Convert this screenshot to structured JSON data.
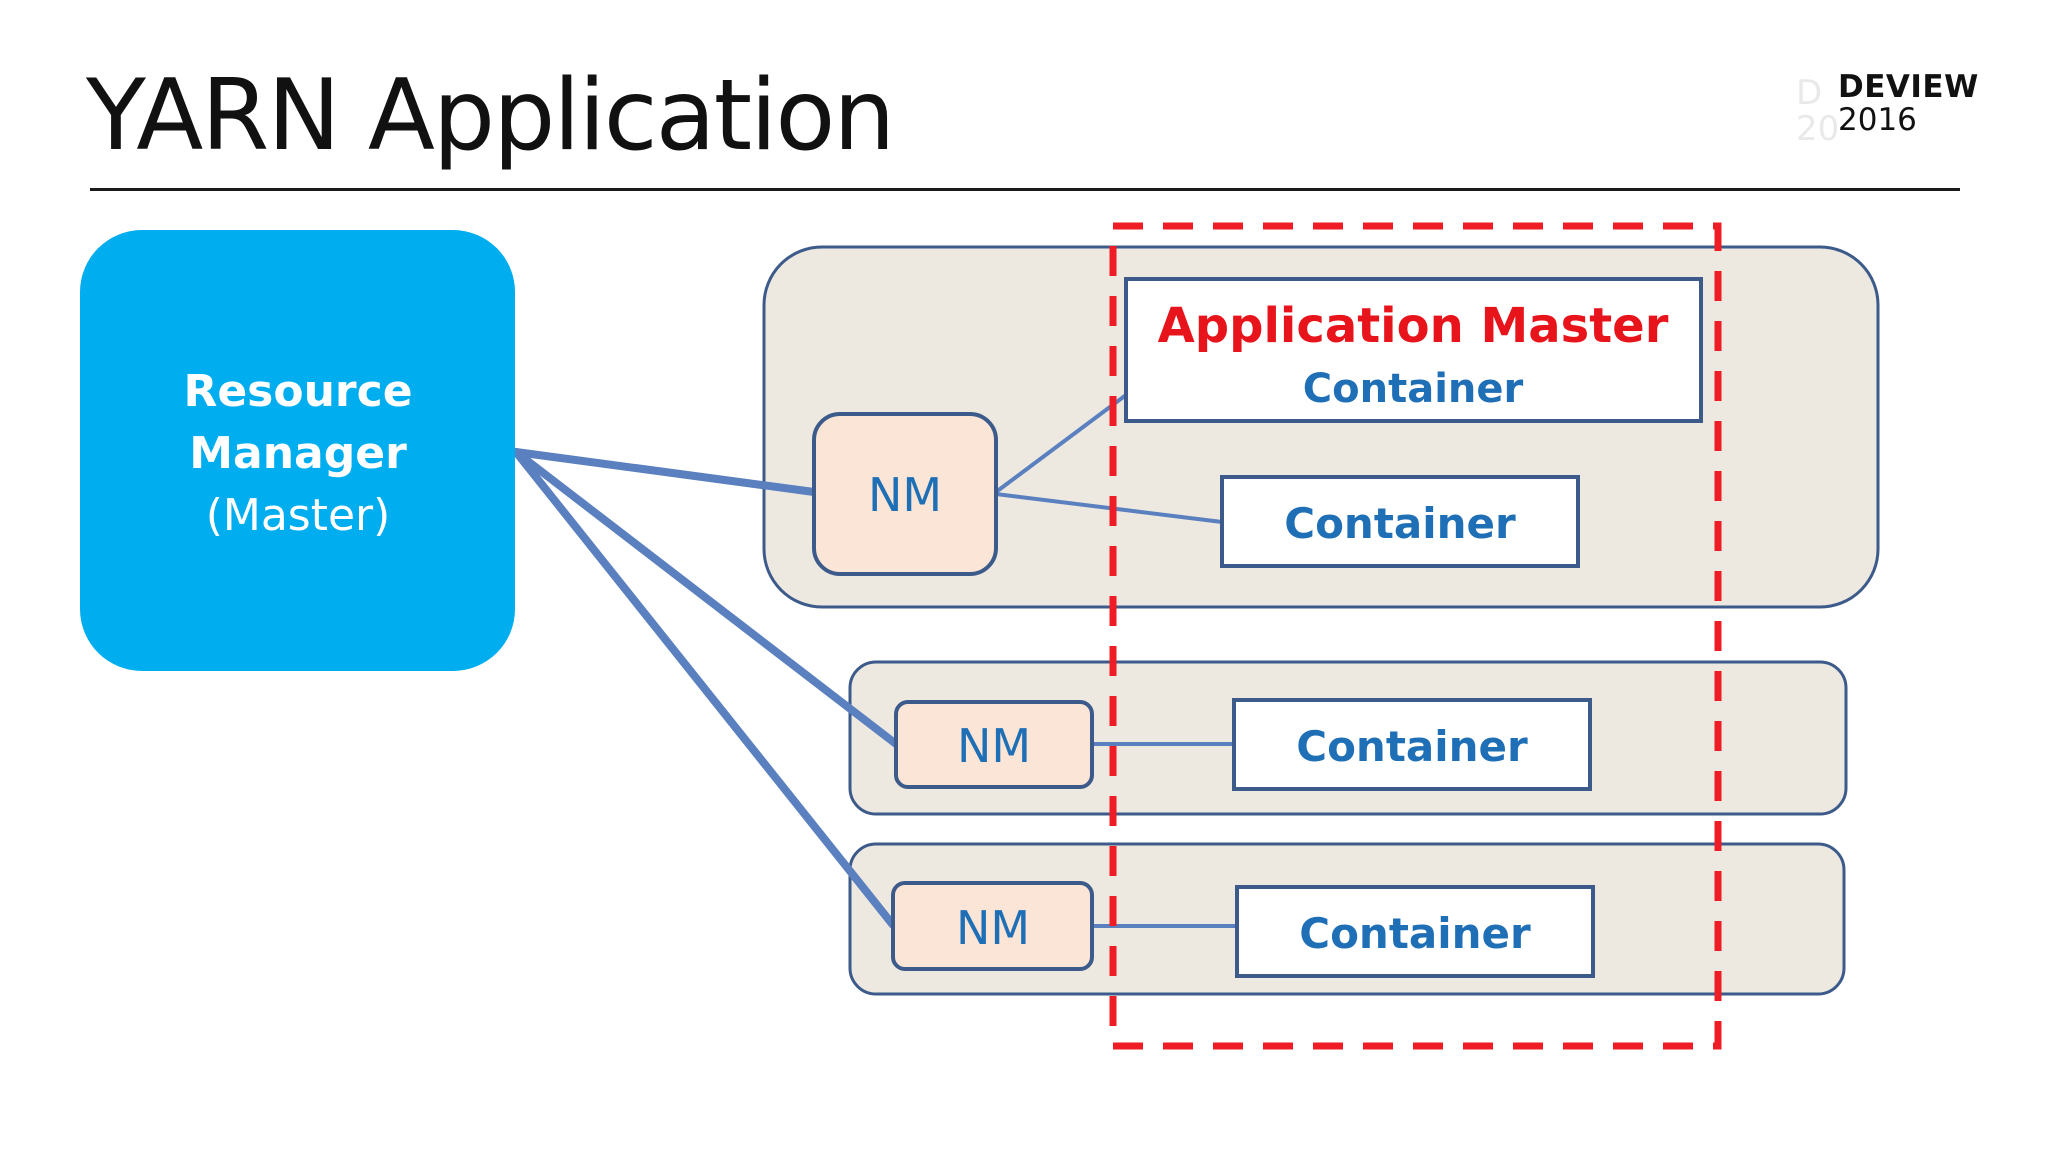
{
  "slide": {
    "title": "YARN Application",
    "badge_name": "DEVIEW",
    "badge_year": "2016"
  },
  "resource_manager": {
    "line1": "Resource",
    "line2": "Manager",
    "line3": "(Master)",
    "color": "#00adef"
  },
  "nodes": [
    {
      "nm_label": "NM",
      "containers": [
        {
          "primary": "Application Master",
          "secondary": "Container"
        },
        {
          "primary": "Container"
        }
      ]
    },
    {
      "nm_label": "NM",
      "containers": [
        {
          "primary": "Container"
        }
      ]
    },
    {
      "nm_label": "NM",
      "containers": [
        {
          "primary": "Container"
        }
      ]
    }
  ],
  "colors": {
    "node_fill": "#ede9e1",
    "node_stroke": "#3c5a8a",
    "nm_fill": "#fbe5d6",
    "link": "#5b80bf",
    "container_text": "#1f6fb6",
    "app_master_text": "#e8141b",
    "highlight_dash": "#ee1c24"
  }
}
